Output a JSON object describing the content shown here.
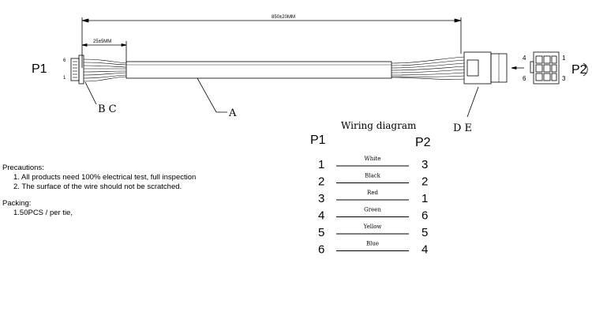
{
  "dimensions": {
    "overall": "850±20MM",
    "strip": "25±5MM"
  },
  "ends": {
    "left": "P1",
    "right": "P2"
  },
  "connector_pins": {
    "p1_top": "6",
    "p1_bottom": "1",
    "p2_top_left": "4",
    "p2_bottom_left": "6",
    "p2_top_right": "1",
    "p2_bottom_right": "3"
  },
  "callouts": {
    "bc": "B C",
    "a": "A",
    "de": "D E"
  },
  "wiring": {
    "title": "Wiring diagram",
    "left_header": "P1",
    "right_header": "P2",
    "rows": [
      {
        "p1": "1",
        "color": "White",
        "p2": "3"
      },
      {
        "p1": "2",
        "color": "Black",
        "p2": "2"
      },
      {
        "p1": "3",
        "color": "Red",
        "p2": "1"
      },
      {
        "p1": "4",
        "color": "Green",
        "p2": "6"
      },
      {
        "p1": "5",
        "color": "Yellow",
        "p2": "5"
      },
      {
        "p1": "6",
        "color": "Blue",
        "p2": "4"
      }
    ]
  },
  "precautions": {
    "heading": "Precautions:",
    "items": [
      "1. All products need 100% electrical test, full inspection",
      "2. The surface of the wire should not be scratched."
    ]
  },
  "packing": {
    "heading": "Packing:",
    "items": [
      "1.50PCS / per tie,"
    ]
  }
}
